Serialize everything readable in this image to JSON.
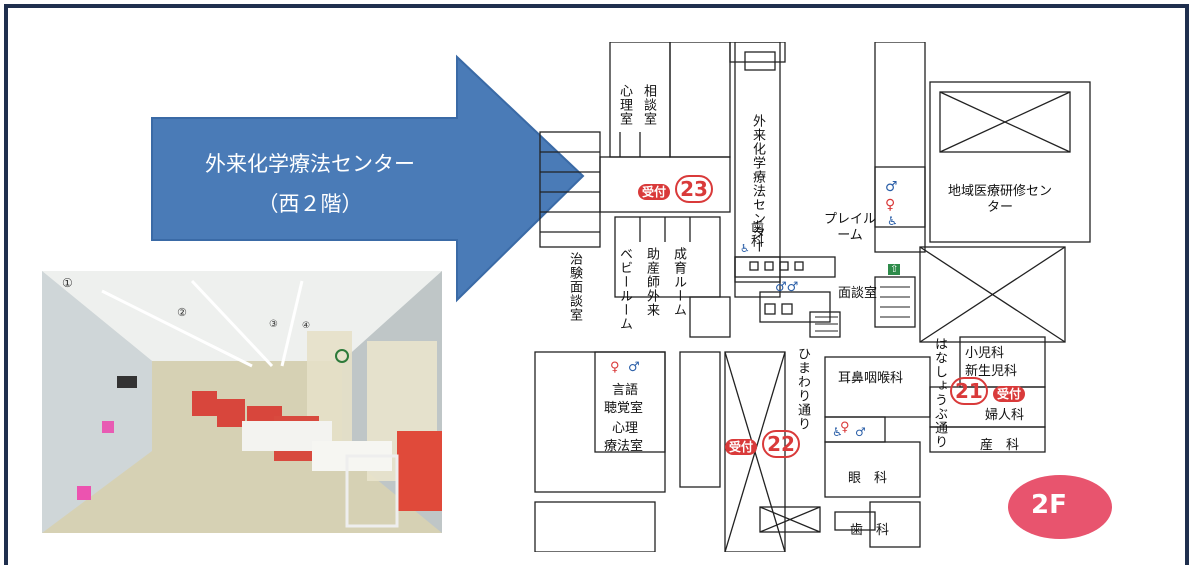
{
  "banner": {
    "line1": "外来化学療法センター",
    "line2": "（西２階）"
  },
  "photo": {
    "bay_numbers": [
      "①",
      "②",
      "③",
      "④"
    ]
  },
  "floorplan": {
    "floor": "2F",
    "rooms": {
      "shinri": "心理室",
      "sodan": "相談室",
      "chemo_center": "外来化学療法センター",
      "shika1": "歯科",
      "play_room": "プレイルーム",
      "chiiki": "地域医療研修センター",
      "chiken": "治験面談室",
      "baby": "ベビールーム",
      "josanshi": "助産師外来",
      "seiiku": "成育ルーム",
      "mendan": "面談室",
      "himawari": "ひまわり通り",
      "hanashoubu": "はなしょうぶ通り",
      "shoni": "小児科",
      "shinseiji": "新生児科",
      "fujin": "婦人科",
      "jibi": "耳鼻咽喉科",
      "gengo": "言語",
      "choukaku": "聴覚室",
      "shinri2": "心理",
      "ryouhou": "療法室",
      "sanka": "産　科",
      "ganka": "眼　科",
      "shika2": "歯　科"
    },
    "receptions": [
      {
        "label": "受付",
        "number": "23"
      },
      {
        "label": "受付",
        "number": "22"
      },
      {
        "label": "受付",
        "number": "21"
      }
    ]
  }
}
